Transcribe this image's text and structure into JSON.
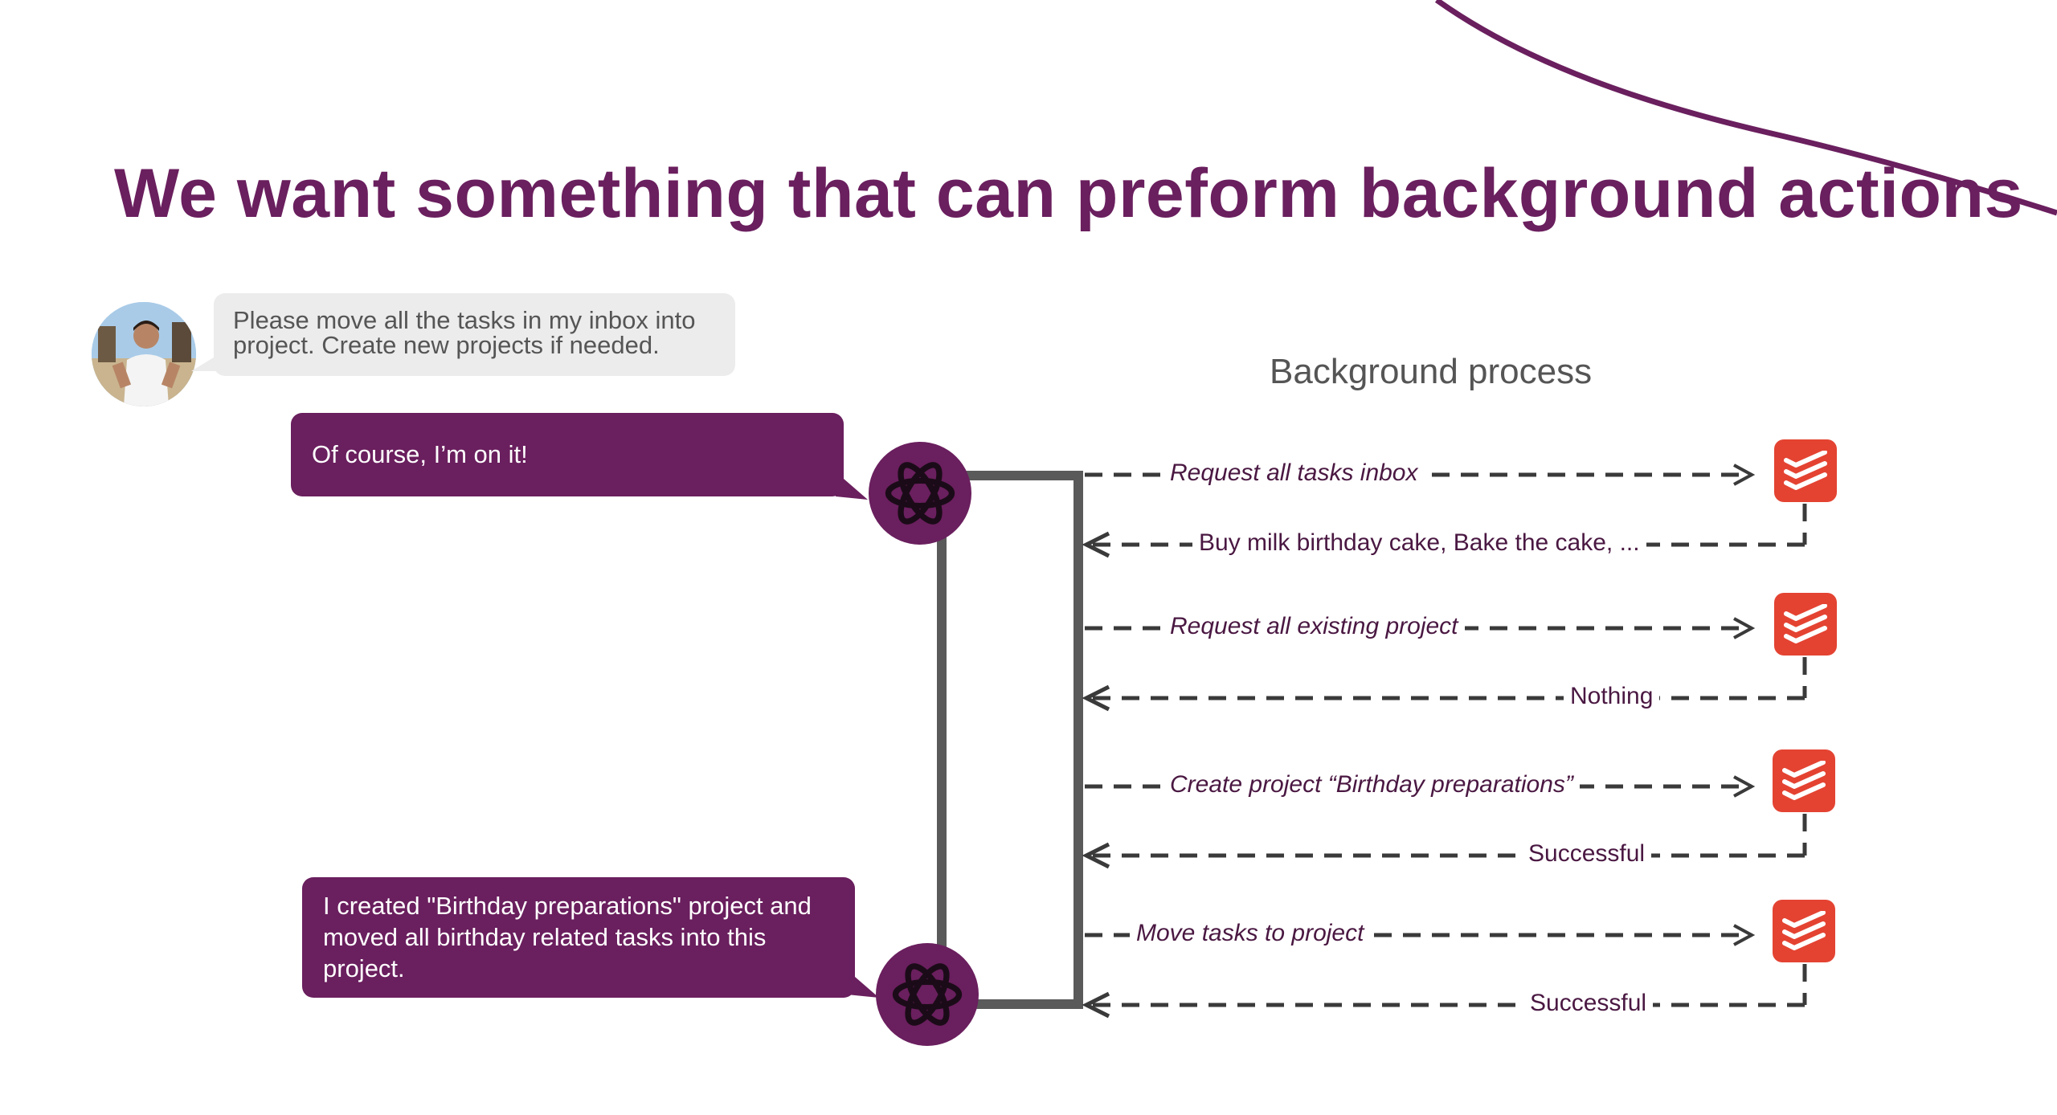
{
  "slide": {
    "title": "We want something that can preform background actions"
  },
  "colors": {
    "brand_purple": "#6a1f5e",
    "todo_red": "#e44332",
    "connector_gray": "#5a5a5a"
  },
  "chat": {
    "user_message": "Please move all the tasks in my inbox into project. Create new projects if needed.",
    "user_message_lines": [
      "Please move all the tasks in my inbox into",
      "project. Create new projects if needed."
    ],
    "assistant_reply_1": "Of course, I’m on it!",
    "assistant_reply_2": "I created \"Birthday preparations\" project and moved all birthday related tasks into this project.",
    "assistant_reply_2_lines": [
      "I created \"Birthday preparations\" project and",
      "moved all birthday related tasks into this",
      "project."
    ]
  },
  "process": {
    "label": "Background process",
    "steps": [
      {
        "request": "Request all tasks inbox",
        "response": "Buy milk birthday cake, Bake the cake, ..."
      },
      {
        "request": "Request all  existing project",
        "response": "Nothing"
      },
      {
        "request": "Create project “Birthday preparations”",
        "response": "Successful"
      },
      {
        "request": "Move tasks to project",
        "response": "Successful"
      }
    ]
  },
  "icons": {
    "assistant": "openai-logo-icon",
    "service": "todoist-logo-icon",
    "user": "user-avatar"
  }
}
